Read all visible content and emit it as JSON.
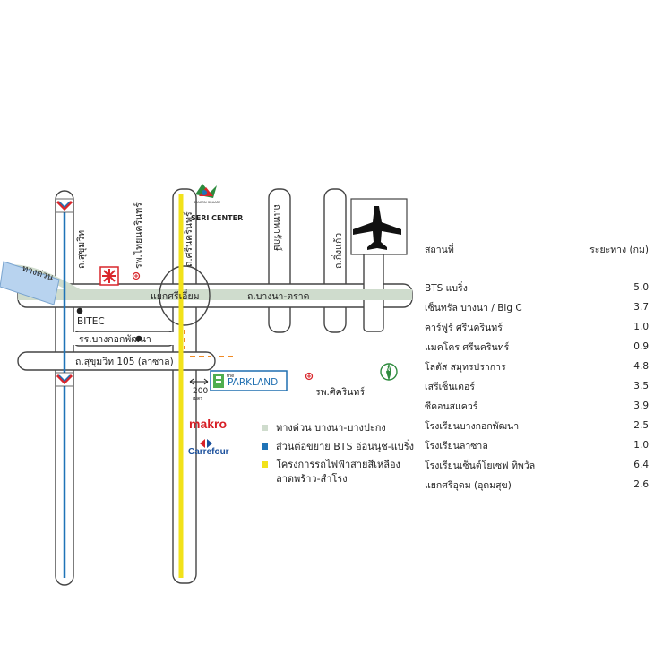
{
  "roads": {
    "sukhumvit_vertical": "ถ.สุขุมวิท",
    "srinakarin": "ถ.ศรีนครินทร์",
    "kingkaew": "ถ.กิ่งแก้ว",
    "bangna_trad": "ถ.บางนา-ตราด",
    "sukhumvit_105": "ถ.สุขุมวิท 105 (ลาซาล)",
    "expressway": "ทางด่วน",
    "theparak_rotated": "ถ.เทพารักษ์"
  },
  "labels": {
    "intersection": "แยกศรีเอี่ยม",
    "bitec": "BITEC",
    "school": "รร.บางกอกพัฒนา",
    "hospital_thai_nakarin": "รพ.ไทยนครินทร์",
    "hospital_sikarin": "รพ.ศิครินทร์",
    "distance_value": "200",
    "distance_unit": "เมตร",
    "project_name": "PARKLAND",
    "project_prefix": "the",
    "seacon_square": "SEACON SQUARE",
    "seri_center": "SERI CENTER",
    "compass": "N"
  },
  "legend": {
    "items": [
      {
        "label": "ทางด่วน บางนา-บางปะกง",
        "color": "#cfdccd"
      },
      {
        "label": "ส่วนต่อขยาย BTS อ่อนนุช-แบริ่ง",
        "color": "#1f73b7"
      },
      {
        "label": "โครงการรถไฟฟ้าสายสีเหลือง",
        "color": "#f2e21a"
      }
    ],
    "continuation": "ลาดพร้าว-สำโรง",
    "makro": "makro",
    "carrefour": "Carrefour"
  },
  "table": {
    "header_place": "สถานที่",
    "header_distance": "ระยะทาง (กม)",
    "rows": [
      {
        "place": "BTS แบริ่ง",
        "distance": "5.0"
      },
      {
        "place": "เซ็นทรัล บางนา / Big C",
        "distance": "3.7"
      },
      {
        "place": "คาร์ฟูร์ ศรีนครินทร์",
        "distance": "1.0"
      },
      {
        "place": "แมคโคร ศรีนครินทร์",
        "distance": "0.9"
      },
      {
        "place": "โลตัส สมุทรปราการ",
        "distance": "4.8"
      },
      {
        "place": "เสรีเซ็นเตอร์",
        "distance": "3.5"
      },
      {
        "place": "ซีคอนสแควร์",
        "distance": "3.9"
      },
      {
        "place": "โรงเรียนบางกอกพัฒนา",
        "distance": "2.5"
      },
      {
        "place": "โรงเรียนลาซาล",
        "distance": "1.0"
      },
      {
        "place": "โรงเรียนเซ็นต์โยเซฟ ทิพวัล",
        "distance": "6.4"
      },
      {
        "place": "แยกศรีอุดม (อุดมสุข)",
        "distance": "2.6"
      }
    ]
  },
  "colors": {
    "expressway": "#cfdccd",
    "bts_line": "#1f73b7",
    "yellow_line": "#f2e21a",
    "road_outline": "#444444",
    "hospital_red": "#d9262b",
    "makro_red": "#d71f26",
    "carrefour_blue": "#1a4f9c",
    "parkland_blue": "#1f6fb0",
    "compass_green": "#2e8b3e"
  },
  "icons": [
    "airplane-icon",
    "compass-icon",
    "hospital-icon",
    "bts-station-icon",
    "dot-marker-icon",
    "carrefour-icon"
  ]
}
